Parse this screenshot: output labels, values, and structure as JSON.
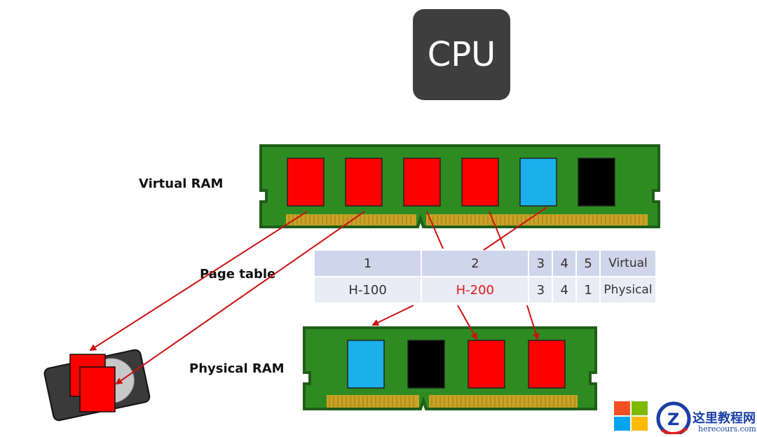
{
  "cpu_label": "CPU",
  "labels": {
    "virtual_ram": "Virtual RAM",
    "page_table": "Page table",
    "physical_ram": "Physical RAM"
  },
  "page_table": {
    "virtual_label": "Virtual",
    "physical_label": "Physical",
    "virtual": [
      "1",
      "2",
      "3",
      "4",
      "5"
    ],
    "physical": [
      "H-100",
      "H-200",
      "3",
      "4",
      "1"
    ]
  },
  "virtual_ram_blocks": [
    "#ff0000",
    "#ff0000",
    "#ff0000",
    "#ff0000",
    "#1ab0ec",
    "#000000"
  ],
  "physical_ram_blocks": [
    "#1ab0ec",
    "#000000",
    "#ff0000",
    "#ff0000"
  ],
  "colors": {
    "ram_board": "#2e8b22",
    "ram_edge": "#1f5e18",
    "gold_pins": "#c9a227",
    "arrow": "#cc1111",
    "cpu": "#3e3e3e"
  },
  "watermark": {
    "text": "这里教程网",
    "url": "herecours.com"
  }
}
